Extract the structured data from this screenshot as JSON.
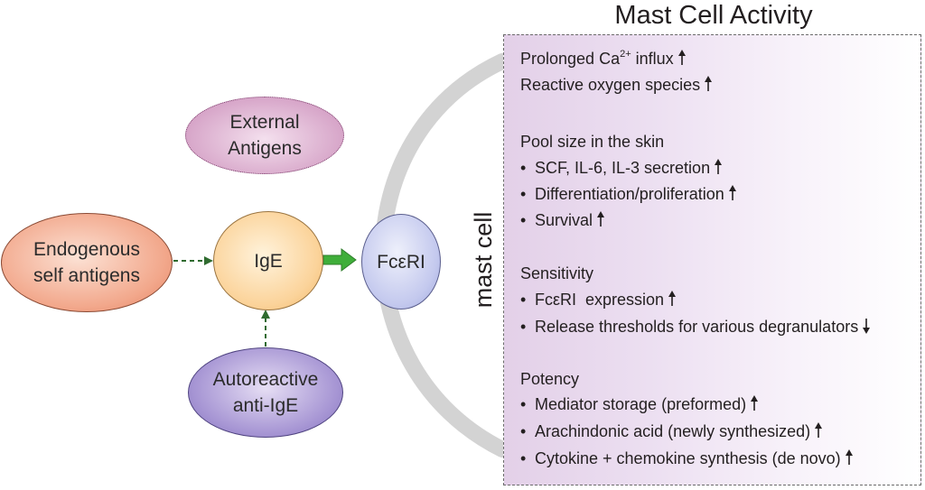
{
  "title": "Mast Cell Activity",
  "nodes": {
    "external": "External Antigens",
    "endogenous": "Endogenous self antigens",
    "ige": "IgE",
    "fceri": "FcεRI",
    "autoreactive": "Autoreactive anti-IgE",
    "mast_cell": "mast cell"
  },
  "activity": {
    "calcium": {
      "prefix": "Prolonged Ca",
      "superscript": "2+",
      "suffix": " influx",
      "direction": "up"
    },
    "ros": {
      "text": "Reactive oxygen species",
      "direction": "up"
    },
    "sections": [
      {
        "heading": "Pool size in the skin",
        "items": [
          {
            "text": "SCF, IL-6, IL-3 secretion",
            "direction": "up"
          },
          {
            "text": "Differentiation/proliferation",
            "direction": "up"
          },
          {
            "text": "Survival",
            "direction": "up"
          }
        ]
      },
      {
        "heading": "Sensitivity",
        "items": [
          {
            "text": "FcεRI  expression",
            "direction": "up"
          },
          {
            "text": "Release thresholds for various degranulators",
            "direction": "down"
          }
        ]
      },
      {
        "heading": "Potency",
        "items": [
          {
            "text": "Mediator storage (preformed)",
            "direction": "up"
          },
          {
            "text": "Arachindonic acid (newly synthesized)",
            "direction": "up"
          },
          {
            "text": "Cytokine + chemokine synthesis (de novo)",
            "direction": "up"
          }
        ]
      }
    ]
  },
  "colors": {
    "external_fill": "#d7a6c9",
    "endogenous_fill": "#f2a88c",
    "ige_fill": "#fbd39a",
    "fceri_fill": "#c4c9ee",
    "autoreactive_fill": "#a796d4",
    "connector_dashed": "#2f6b2f",
    "connector_solid": "#3fae3a",
    "arc": "#d3d3d3",
    "panel_fill": "#e3d0e8"
  }
}
